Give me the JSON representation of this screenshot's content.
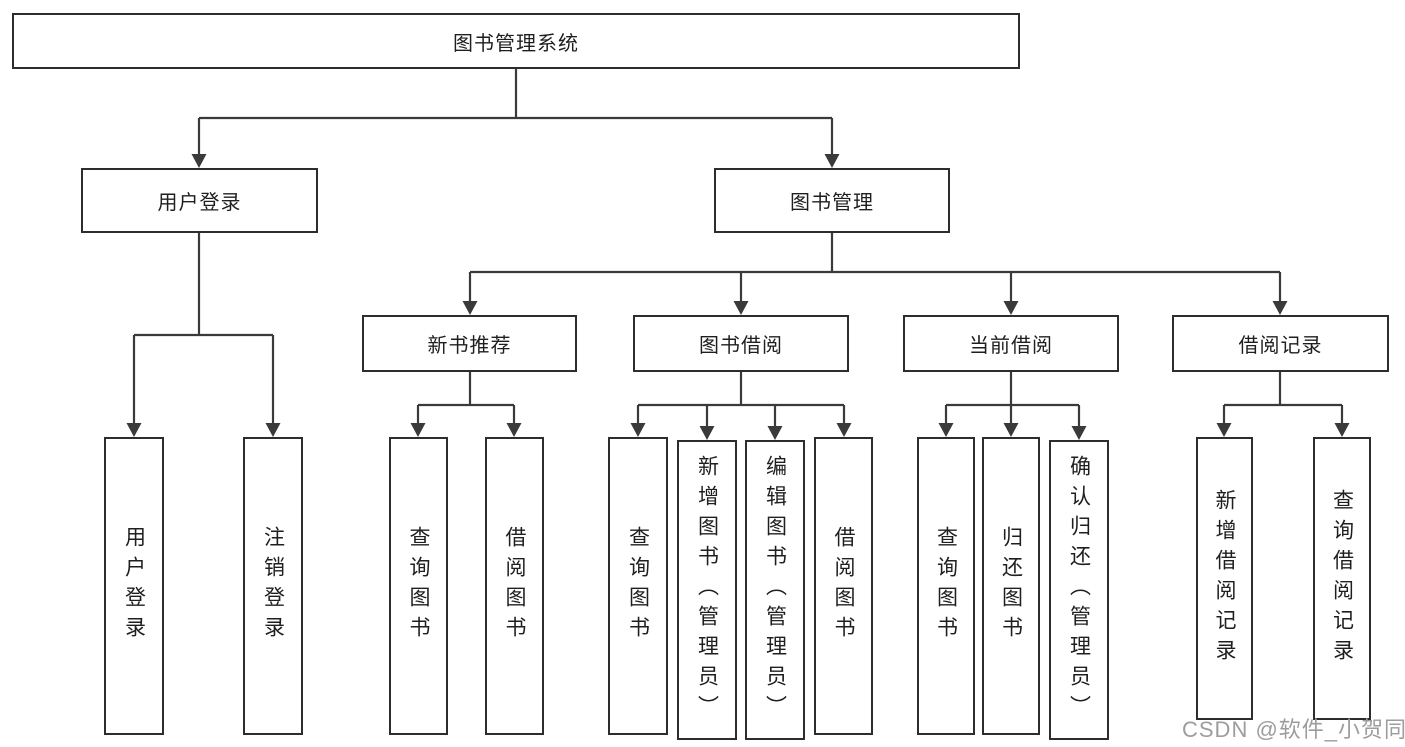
{
  "nodes": {
    "root": {
      "label": "图书管理系统"
    },
    "level2": [
      {
        "label": "用户登录"
      },
      {
        "label": "图书管理"
      }
    ],
    "level3": [
      {
        "label": "新书推荐"
      },
      {
        "label": "图书借阅"
      },
      {
        "label": "当前借阅"
      },
      {
        "label": "借阅记录"
      }
    ],
    "leaves": {
      "userLogin": [
        {
          "label": "用户登录"
        },
        {
          "label": "注销登录"
        }
      ],
      "newBookRec": [
        {
          "label": "查询图书"
        },
        {
          "label": "借阅图书"
        }
      ],
      "bookBorrow": [
        {
          "label": "查询图书"
        },
        {
          "label": "新增图书（管理员）"
        },
        {
          "label": "编辑图书（管理员）"
        },
        {
          "label": "借阅图书"
        }
      ],
      "currentBorrow": [
        {
          "label": "查询图书"
        },
        {
          "label": "归还图书"
        },
        {
          "label": "确认归还（管理员）"
        }
      ],
      "borrowRecords": [
        {
          "label": "新增借阅记录"
        },
        {
          "label": "查询借阅记录"
        }
      ]
    }
  },
  "watermark": {
    "text": "CSDN @软件_小贺同学"
  },
  "colors": {
    "line": "#3a3a3a",
    "box_border": "#2d2d2d",
    "text": "#1f1f1f",
    "background": "#ffffff",
    "watermark_text": "#9d9d9d"
  }
}
